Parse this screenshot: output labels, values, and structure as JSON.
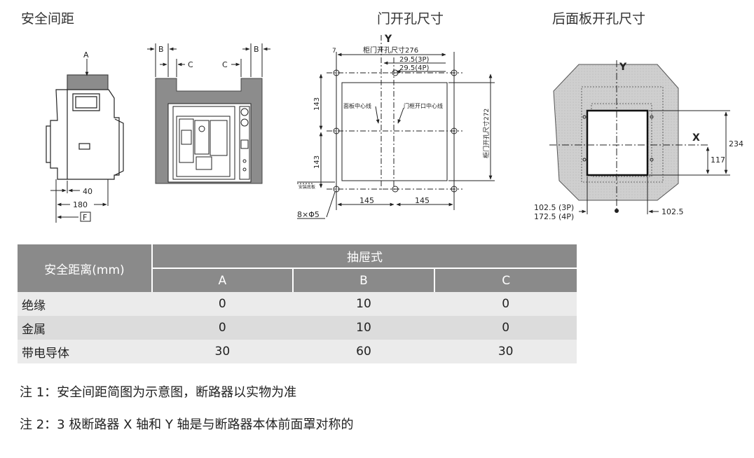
{
  "headings": {
    "safety_distance": "安全间距",
    "door_cutout": "门开孔尺寸",
    "rear_panel_cutout": "后面板开孔尺寸"
  },
  "diagram_labels": {
    "A": "A",
    "B": "B",
    "C": "C",
    "F": "F",
    "X": "X",
    "Y": "Y",
    "dim_40": "40",
    "dim_180": "180",
    "door_width": "柜门开孔尺寸276",
    "dim_29_5_3p": "29.5(3P)",
    "dim_29_5_4p": "29.5(4P)",
    "dim_7": "7",
    "dim_143": "143",
    "panel_center": "面板中心线",
    "door_frame_center": "门框开口中心线",
    "door_height": "柜门开孔尺寸272",
    "install_base": "安装底板",
    "holes": "8×Φ5",
    "dim_145": "145",
    "dim_234": "234",
    "dim_117": "117",
    "dim_102_5_3p": "102.5 (3P)",
    "dim_172_5_4p": "172.5 (4P)",
    "dim_102_5": "102.5"
  },
  "table": {
    "row_header": "安全距离(mm)",
    "group_header": "抽屉式",
    "columns": [
      "A",
      "B",
      "C"
    ],
    "rows": [
      {
        "label": "绝缘",
        "values": [
          "0",
          "10",
          "0"
        ]
      },
      {
        "label": "金属",
        "values": [
          "0",
          "10",
          "0"
        ]
      },
      {
        "label": "带电导体",
        "values": [
          "30",
          "60",
          "30"
        ]
      }
    ]
  },
  "notes": {
    "note1": "注 1：安全间距简图为示意图，断路器以实物为准",
    "note2": "注 2：3 极断路器 X 轴和 Y 轴是与断路器本体前面罩对称的"
  }
}
